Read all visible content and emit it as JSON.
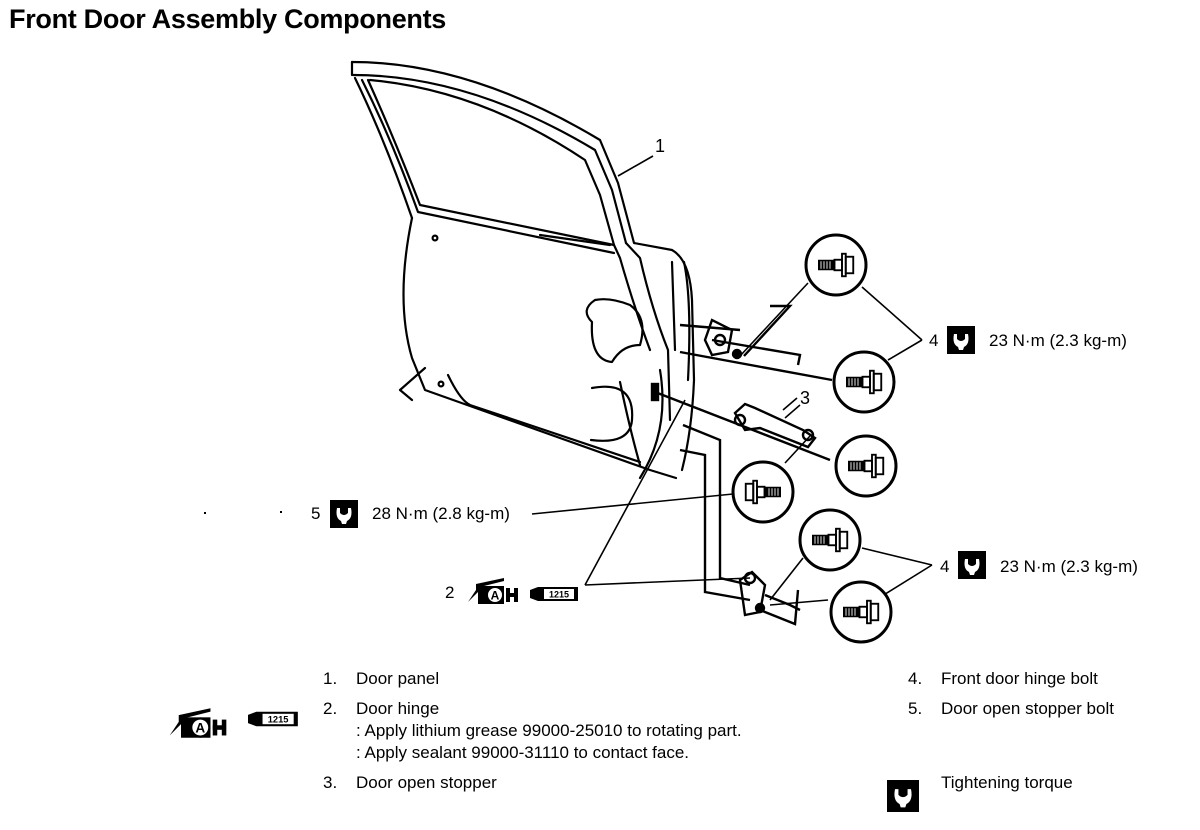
{
  "title": "Front Door Assembly Components",
  "callouts": {
    "door_panel": "1",
    "door_stopper": "3",
    "hinge_bolt_upper": {
      "number": "4",
      "torque": "23 N·m (2.3 kg-m)"
    },
    "hinge_bolt_lower": {
      "number": "4",
      "torque": "23 N·m (2.3 kg-m)"
    },
    "stopper_bolt": {
      "number": "5",
      "torque": "28 N·m (2.8 kg-m)"
    },
    "door_hinge": {
      "number": "2",
      "grease_icon": "grease-gun-A-icon",
      "sealant_label": "1215"
    }
  },
  "legend": {
    "items": [
      {
        "num": "1.",
        "label": "Door panel"
      },
      {
        "num": "2.",
        "label": "Door hinge",
        "notes": [
          ": Apply lithium grease 99000-25010 to rotating part.",
          ": Apply sealant 99000-31110 to contact face."
        ]
      },
      {
        "num": "3.",
        "label": "Door open stopper"
      },
      {
        "num": "4.",
        "label": "Front door hinge bolt"
      },
      {
        "num": "5.",
        "label": "Door open stopper bolt"
      }
    ],
    "torque_symbol_label": "Tightening torque",
    "sealant_label": "1215"
  },
  "icons": {
    "torque": "wrench-torque-icon",
    "grease": "grease-gun-A-icon",
    "sealant": "sealant-tube-icon"
  }
}
